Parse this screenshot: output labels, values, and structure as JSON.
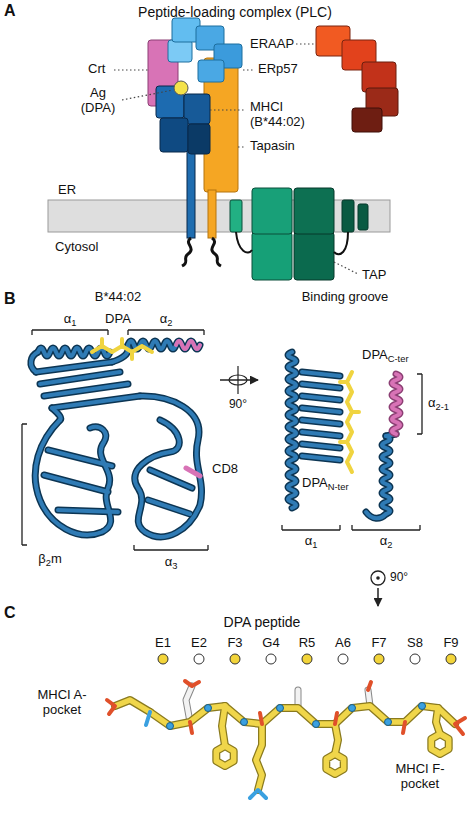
{
  "diagram": {
    "labels": [
      "A",
      "Peptide-loading complex (PLC)",
      "Crt",
      "ERAAP",
      "ERp57",
      "Ag (DPA)",
      "MHCI (B*44:02)",
      "Tapasin",
      "ER",
      "Cytosol",
      "TAP",
      "B",
      "B*44:02",
      "α1",
      "DPA",
      "α2",
      "Binding groove",
      "DPAC-ter",
      "90°",
      "α2-1",
      "β2m",
      "CD8",
      "DPAN-ter",
      "α3",
      "α1",
      "α2",
      "90°",
      "C",
      "DPA peptide",
      "E1",
      "E2",
      "F3",
      "G4",
      "R5",
      "A6",
      "F7",
      "S8",
      "F9",
      "MHCI A-pocket",
      "MHCI F-pocket"
    ]
  }
}
